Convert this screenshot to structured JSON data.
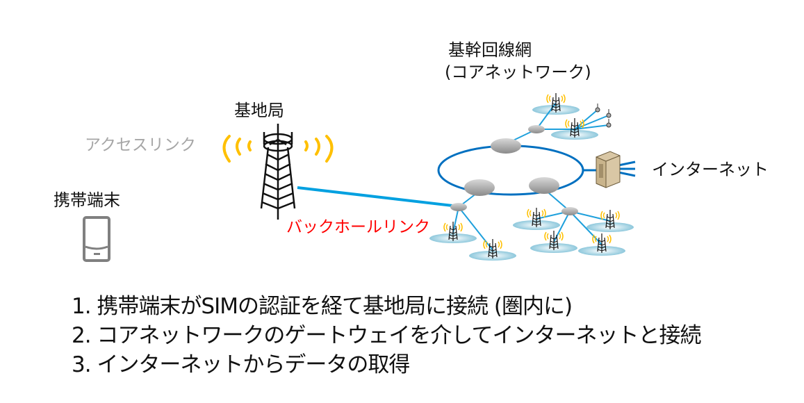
{
  "labels": {
    "core_network_title": "基幹回線網",
    "core_network_subtitle": "(コアネットワーク)",
    "base_station": "基地局",
    "access_link": "アクセスリンク",
    "mobile_terminal": "携帯端末",
    "backhaul_link": "バックホールリンク",
    "internet": "インターネット"
  },
  "steps": [
    "1. 携帯端末がSIMの認証を経て基地局に接続 (圏内に)",
    "2. コアネットワークのゲートウェイを介してインターネットと接続",
    "3. インターネットからデータの取得"
  ],
  "colors": {
    "access_link_text": "#a6a6a6",
    "backhaul_text": "#ff0000",
    "backhaul_line": "#00a0e0",
    "ring": "#0070c0",
    "radio_waves": "#ffc000",
    "phone": "#808080"
  }
}
